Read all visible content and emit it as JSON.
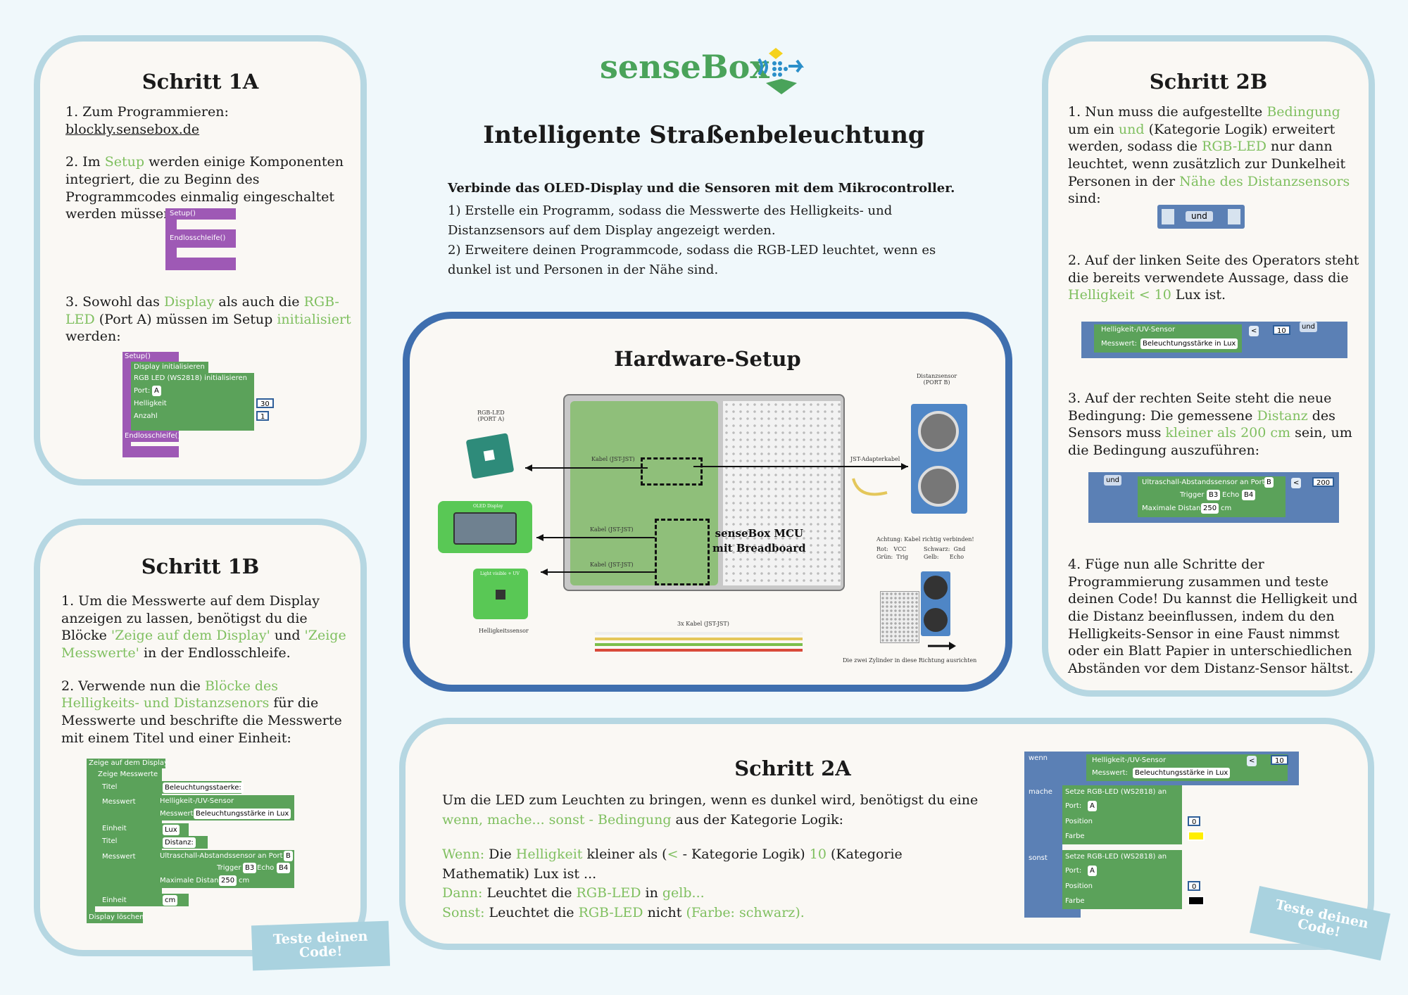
{
  "brand": {
    "name": "senseBox"
  },
  "page_title": "Intelligente Straßenbeleuchtung",
  "intro": {
    "bold": "Verbinde das OLED-Display und die Sensoren mit dem Mikrocontroller.",
    "line1": "1) Erstelle ein Programm, sodass die Messwerte des Helligkeits- und Distanzsensors auf dem Display angezeigt werden.",
    "line2": "2) Erweitere deinen Programmcode, sodass die RGB-LED leuchtet, wenn es dunkel ist und Personen in der Nähe sind."
  },
  "colors": {
    "accent_green": "#7fbf5f",
    "card_border": "#b6d7e2",
    "hw_border": "#3f6faf"
  },
  "step1a": {
    "title": "Schritt 1A",
    "p1_prefix": "1. Zum Programmieren: ",
    "p1_link": "blockly.sensebox.de",
    "p2_a": "2. Im ",
    "p2_hl": "Setup",
    "p2_b": " werden einige Komponenten integriert, die zu Beginn des Programmcodes einmalig eingeschaltet werden müssen.",
    "p3_a": "3. Sowohl das ",
    "p3_hl1": "Display",
    "p3_b": " als auch die ",
    "p3_hl2": "RGB-LED",
    "p3_c": " (Port A) müssen im Setup ",
    "p3_hl3": "initialisiert",
    "p3_d": " werden:",
    "block1": {
      "setup": "Setup()",
      "loop": "Endlosschleife()"
    },
    "block2": {
      "setup": "Setup()",
      "display": "Display initialisieren",
      "rgb": "RGB LED (WS2818) initialisieren",
      "port": "Port:",
      "port_val": "A",
      "bright": "Helligkeit",
      "bright_val": "30",
      "count": "Anzahl",
      "count_val": "1",
      "loop": "Endlosschleife()"
    }
  },
  "step1b": {
    "title": "Schritt 1B",
    "p1_a": "1. Um die Messwerte auf dem Display anzeigen zu lassen, benötigst du die Blöcke ",
    "p1_hl1": "'Zeige auf dem Display'",
    "p1_b": " und ",
    "p1_hl2": "'Zeige Messwerte'",
    "p1_c": " in der Endlosschleife.",
    "p2_a": "2. Verwende nun die ",
    "p2_hl": "Blöcke des Helligkeits- und Distanzsenors",
    "p2_b": " für die Messwerte und beschrifte die Messwerte mit einem Titel und einer Einheit:",
    "stamp": "Teste deinen Code!",
    "block": {
      "show": "Zeige auf dem Display",
      "values": "Zeige Messwerte",
      "title": "Titel",
      "title_val": "Beleuchtungsstaerke: ",
      "measure": "Messwert",
      "sensor": "Helligkeit-/UV-Sensor",
      "measure_lbl": "Messwert:",
      "measure_val": "Beleuchtungsstärke in Lux",
      "unit": "Einheit",
      "unit_val": "Lux",
      "title2": "Titel",
      "title2_val": "Distanz: ",
      "measure2": "Messwert",
      "ultra": "Ultraschall-Abstandssensor an Port",
      "ultra_port": "B",
      "trigger": "Trigger",
      "trigger_val": "B3",
      "echo": "Echo",
      "echo_val": "B4",
      "maxdist": "Maximale Distanz",
      "maxdist_val": "250",
      "cm": "cm",
      "unit2": "Einheit",
      "unit2_val": "cm",
      "clear": "Display löschen"
    }
  },
  "hardware": {
    "title": "Hardware-Setup",
    "rgb_label": "RGB-LED\n(PORT A)",
    "oled_label": "OLED Display",
    "light_label": "Helligkeitssensor",
    "light_chip": "Light visible + UV",
    "dist_label": "Distanzsensor\n(PORT B)",
    "jst_adapter": "JST-Adapterkabel",
    "cable1": "Kabel (JST-JST)",
    "cable2": "Kabel (JST-JST)",
    "cable3": "Kabel (JST-JST)",
    "mcu": "senseBox MCU\nmit Breadboard",
    "cable_count": "3x Kabel (JST-JST)",
    "warning": "Achtung: Kabel richtig verbinden!",
    "wire1": "Rot:   VCC",
    "wire2": "Grün:  Trig",
    "wire3": "Schwarz:  Gnd",
    "wire4": "Gelb:      Echo",
    "align_note": "Die zwei Zylinder in diese Richtung ausrichten"
  },
  "step2a": {
    "title": "Schritt 2A",
    "p1_a": "Um die LED zum Leuchten zu bringen, wenn es dunkel wird, benötigst du eine ",
    "p1_hl": "wenn, mache... sonst - Bedingung",
    "p1_b": " aus der Kategorie Logik:",
    "l1_hl": "Wenn:",
    "l1_a": " Die ",
    "l1_hl2": "Helligkeit",
    "l1_b": " kleiner als (",
    "l1_hl3": "<",
    "l1_c": " - Kategorie Logik) ",
    "l1_hl4": "10",
    "l1_d": " (Kategorie Mathematik) Lux ist ...",
    "l2_hl": "Dann:",
    "l2_a": " Leuchtet die ",
    "l2_hl2": "RGB-LED",
    "l2_b": " in ",
    "l2_hl3": "gelb...",
    "l3_hl": "Sonst:",
    "l3_a": " Leuchtet die ",
    "l3_hl2": "RGB-LED",
    "l3_b": " nicht ",
    "l3_hl3": "(Farbe: schwarz).",
    "stamp": "Teste deinen Code!",
    "block": {
      "wenn": "wenn",
      "sensor": "Helligkeit-/UV-Sensor",
      "measure_lbl": "Messwert:",
      "measure_val": "Beleuchtungsstärke in Lux",
      "op": "<",
      "num": "10",
      "mache": "mache",
      "set": "Setze RGB-LED (WS2818) an",
      "port": "Port:",
      "port_val": "A",
      "position": "Position",
      "pos_val": "0",
      "color": "Farbe",
      "sonst": "sonst",
      "set2": "Setze RGB-LED (WS2818) an",
      "port2": "Port:",
      "port2_val": "A",
      "position2": "Position",
      "pos2_val": "0",
      "color2": "Farbe",
      "yellow": "#ffee00",
      "black": "#000000"
    }
  },
  "step2b": {
    "title": "Schritt 2B",
    "p1_a": "1. Nun muss die aufgestellte ",
    "p1_hl": "Bedingung",
    "p1_b": " um ein ",
    "p1_hl2": "und",
    "p1_c": " (Kategorie Logik) erweitert werden, sodass die ",
    "p1_hl3": "RGB-LED",
    "p1_d": " nur dann leuchtet, wenn zusätzlich zur Dunkelheit Personen in der ",
    "p1_hl4": "Nähe des Distanzsensors",
    "p1_e": " sind:",
    "und_block": "und",
    "p2_a": "2. Auf der linken Seite des Operators steht die bereits verwendete Aussage, dass die ",
    "p2_hl": "Helligkeit < 10",
    "p2_b": " Lux ist.",
    "block2": {
      "sensor": "Helligkeit-/UV-Sensor",
      "measure_lbl": "Messwert:",
      "measure_val": "Beleuchtungsstärke in Lux",
      "op": "<",
      "num": "10",
      "und": "und"
    },
    "p3_a": "3. Auf der rechten Seite steht die neue Bedingung: Die gemessene ",
    "p3_hl": "Distanz",
    "p3_b": " des Sensors muss ",
    "p3_hl2": "kleiner als 200 cm",
    "p3_c": " sein, um die Bedingung auszuführen:",
    "block3": {
      "und": "und",
      "ultra": "Ultraschall-Abstandssensor an Port",
      "port": "B",
      "op": "<",
      "num": "200",
      "trigger": "Trigger",
      "trigger_val": "B3",
      "echo": "Echo",
      "echo_val": "B4",
      "maxdist": "Maximale Distanz",
      "maxdist_val": "250",
      "cm": "cm"
    },
    "p4": "4. Füge nun alle Schritte der Programmierung zusammen und teste deinen Code! Du kannst die Helligkeit und die Distanz beeinflussen, indem du den Helligkeits-Sensor in eine Faust nimmst oder ein Blatt Papier in unterschiedlichen Abständen vor dem Distanz-Sensor hältst."
  }
}
